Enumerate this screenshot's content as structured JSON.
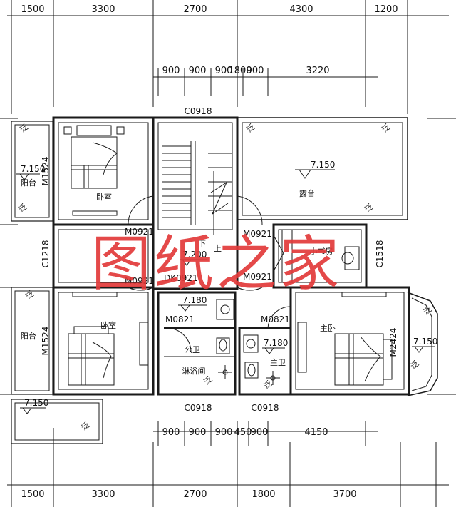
{
  "dims": {
    "top_row1": [
      "1500",
      "3300",
      "2700",
      "4300",
      "1200"
    ],
    "top_row2": [
      "900",
      "900",
      "900",
      "1800",
      "900",
      "3220"
    ],
    "bottom_row1": [
      "900",
      "900",
      "900",
      "450",
      "900",
      "4150"
    ],
    "bottom_row2": [
      "1500",
      "3300",
      "2700",
      "1800",
      "3700"
    ]
  },
  "windows": {
    "c0918_top": "C0918",
    "m1524_top": "M1524",
    "c1218": "C1218",
    "m1524_bottom": "M1524",
    "c1518": "C1518",
    "m2424": "M2424",
    "c0918_bottom_left": "C0918",
    "c0918_bottom_right": "C0918"
  },
  "doors": {
    "m0921_a": "M0921",
    "m0921_b": "M0921",
    "m0921_c": "M0921",
    "m0921_d": "M0921",
    "dk0921": "DK0921",
    "m0821_a": "M0821",
    "m0821_b": "M0821"
  },
  "elevations": {
    "balcony_top_left": "7.150",
    "terrace": "7.150",
    "hall": "7.200",
    "bath_a": "7.180",
    "bath_b": "7.180",
    "balcony_right": "7.150",
    "balcony_bottom_left": "7.150"
  },
  "rooms": {
    "bedroom_top": "卧室",
    "balcony_top": "阳台",
    "terrace": "露台",
    "study": "小书房",
    "bedroom_bottom": "卧室",
    "balcony_bottom": "阳台",
    "public_bath": "公卫",
    "shower": "淋浴间",
    "master_bath": "主卫",
    "master_bedroom": "主卧",
    "stair_up": "上",
    "stair_down": "下"
  },
  "drain_marks": [
    "泛",
    "泛",
    "泛",
    "泛",
    "泛",
    "泛",
    "泛",
    "泛",
    "泛",
    "泛",
    "泛"
  ],
  "watermark": "图纸之家",
  "colors": {
    "line": "#1a1a1a",
    "watermark": "#e23a3a"
  }
}
